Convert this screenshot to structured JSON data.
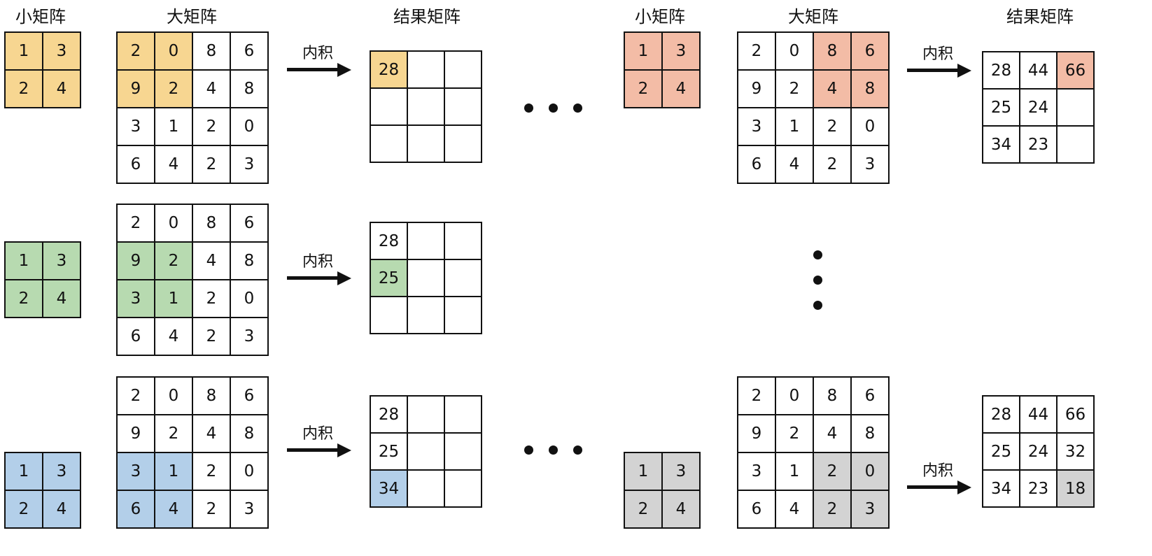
{
  "labels": {
    "small": "小矩阵",
    "large": "大矩阵",
    "result": "结果矩阵",
    "op": "内积"
  },
  "colors": {
    "yellow": "#f7d691",
    "green": "#b7dab0",
    "blue": "#b3cfe9",
    "red": "#f3bca6",
    "gray": "#d3d3d3"
  },
  "kernel": [
    [
      "1",
      "3"
    ],
    [
      "2",
      "4"
    ]
  ],
  "input": [
    [
      "2",
      "0",
      "8",
      "6"
    ],
    [
      "9",
      "2",
      "4",
      "8"
    ],
    [
      "3",
      "1",
      "2",
      "0"
    ],
    [
      "6",
      "4",
      "2",
      "3"
    ]
  ],
  "results": {
    "step1": [
      [
        "28",
        "",
        ""
      ],
      [
        "",
        "",
        ""
      ],
      [
        "",
        "",
        ""
      ]
    ],
    "step2": [
      [
        "28",
        "",
        ""
      ],
      [
        "25",
        "",
        ""
      ],
      [
        "",
        "",
        ""
      ]
    ],
    "step3": [
      [
        "28",
        "",
        ""
      ],
      [
        "25",
        "",
        ""
      ],
      [
        "34",
        "",
        ""
      ]
    ],
    "step4": [
      [
        "28",
        "44",
        "66"
      ],
      [
        "25",
        "24",
        ""
      ],
      [
        "34",
        "23",
        ""
      ]
    ],
    "final": [
      [
        "28",
        "44",
        "66"
      ],
      [
        "25",
        "24",
        "32"
      ],
      [
        "34",
        "23",
        "18"
      ]
    ]
  }
}
